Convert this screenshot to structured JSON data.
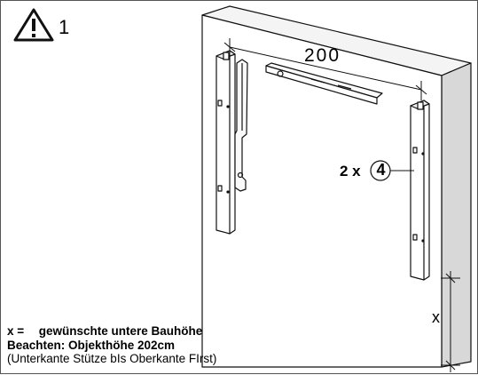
{
  "step": {
    "number": "1",
    "icon": "warning-triangle-icon"
  },
  "dimension": {
    "width_label": "200",
    "height_label": "x"
  },
  "callout": {
    "quantity": "2 x",
    "part": "4"
  },
  "notes": {
    "x_prefix": "x =",
    "x_text": "gewünschte untere Bauhöhe",
    "object_height": "Beachten: Objekthöhe 202cm",
    "range": "(Unterkante Stütze bIs Oberkante FIrst)"
  }
}
